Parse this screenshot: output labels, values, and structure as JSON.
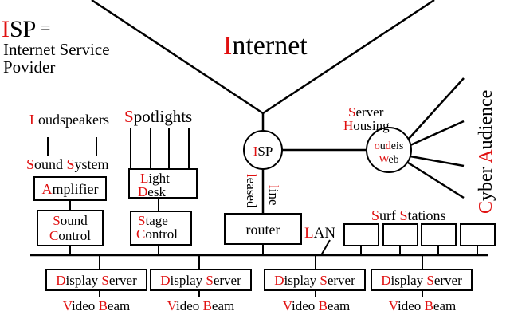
{
  "colors": {
    "accent": "#e01010",
    "ink": "#000000",
    "background": "#ffffff"
  },
  "legend": {
    "abbr": "ISP",
    "equals": "=",
    "line1": "Internet Service",
    "line2": "Povider"
  },
  "internet": "Internet",
  "isp_node": "ISP",
  "server_housing": {
    "line1": "Server",
    "line2": "Housing"
  },
  "oudeis": {
    "line1": "oudeis",
    "line2": "Web"
  },
  "cyber_audience": "Cyber Audience",
  "leased_line": {
    "line1": "leased",
    "line2": "line"
  },
  "router": "router",
  "lan": "LAN",
  "surf_stations": "Surf Stations",
  "loudspeakers": "Loudspeakers",
  "sound_system": "Sound System",
  "amplifier": "Amplifier",
  "sound_control": {
    "line1": "Sound",
    "line2": "Control"
  },
  "spotlights": "Spotlights",
  "light_desk": {
    "line1": "Light",
    "line2": "Desk"
  },
  "stage_control": {
    "line1": "Stage",
    "line2": "Control"
  },
  "display_servers": [
    "Display Server",
    "Display Server",
    "Display Server",
    "Display Server"
  ],
  "video_beams": [
    "Video Beam",
    "Video Beam",
    "Video Beam",
    "Video Beam"
  ]
}
